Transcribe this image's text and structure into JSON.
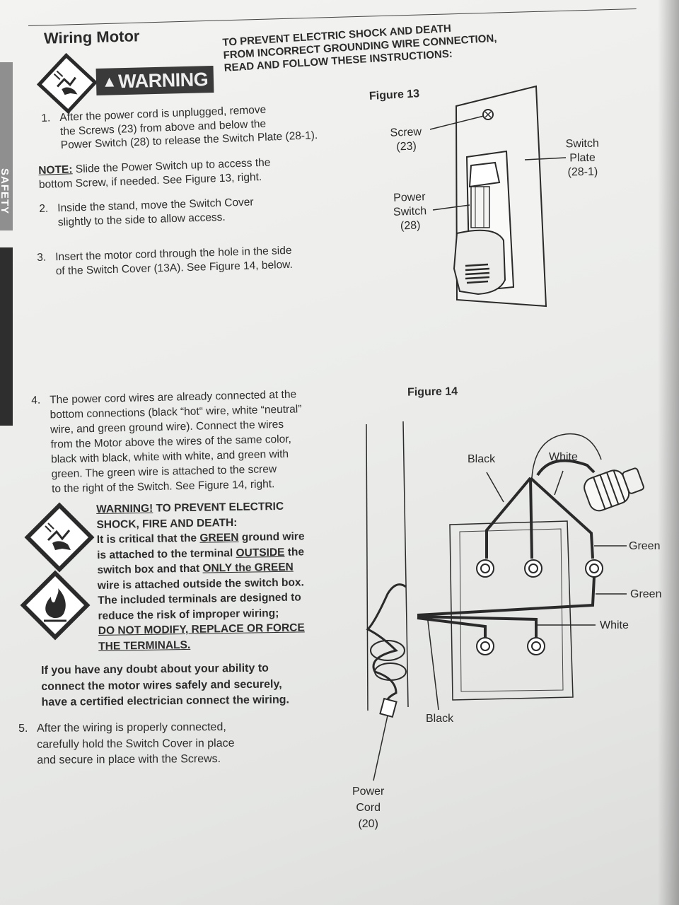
{
  "page": {
    "side_tab": "SAFETY",
    "title": "Wiring Motor",
    "warning_badge": "WARNING",
    "warning_header": [
      "TO PREVENT ELECTRIC SHOCK AND DEATH",
      "FROM INCORRECT GROUNDING WIRE CONNECTION,",
      "READ AND FOLLOW THESE INSTRUCTIONS:"
    ]
  },
  "steps": {
    "s1_num": "1.",
    "s1": [
      "After the power cord is unplugged, remove",
      "the Screws (23) from above and below the",
      "Power Switch (28) to release the Switch Plate (28-1)."
    ],
    "note_label": "NOTE:",
    "note": [
      " Slide the Power Switch up to access the",
      "bottom Screw, if needed. See Figure 13, right."
    ],
    "s2_num": "2.",
    "s2": [
      "Inside the stand, move the Switch Cover",
      "slightly to the side to allow access."
    ],
    "s3_num": "3.",
    "s3": [
      "Insert the motor cord through the hole in the side",
      "of the Switch Cover (13A). See Figure 14, below."
    ],
    "s4_num": "4.",
    "s4": [
      "The power cord wires are already connected at the",
      "bottom connections (black “hot“ wire, white “neutral”",
      "wire, and green ground wire).  Connect the wires",
      "from the Motor above the wires of the same color,",
      "black with black, white with white, and green with",
      "green.  The green wire is attached to the screw",
      "to the right of the Switch. See Figure 14, right."
    ],
    "s5_num": "5.",
    "s5": [
      "After the wiring is properly connected,",
      "carefully hold the Switch Cover in place",
      "and secure in place with the Screws."
    ]
  },
  "warning2": {
    "w_label": "WARNING!",
    "w_rest": "  TO PREVENT ELECTRIC",
    "l2": "SHOCK, FIRE AND DEATH:",
    "l3a": "It is critical that the ",
    "l3b": "GREEN",
    "l3c": " ground wire",
    "l4a": "is attached to the terminal ",
    "l4b": "OUTSIDE",
    "l4c": " the",
    "l5a": "switch box and that ",
    "l5b": "ONLY the GREEN",
    "l6": "wire is attached outside the switch box.",
    "l7": "The included terminals are designed to",
    "l8": "reduce the risk of improper wiring;",
    "l9": "DO NOT MODIFY, REPLACE OR FORCE ",
    "l10": "THE TERMINALS."
  },
  "doubt": [
    "If you have any doubt about your ability to",
    "connect the motor wires safely and securely,",
    "have a certified electrician connect the wiring."
  ],
  "figure13": {
    "title": "Figure 13",
    "screw": [
      "Screw",
      "(23)"
    ],
    "switch_plate": [
      "Switch",
      "Plate",
      "(28-1)"
    ],
    "power_switch": [
      "Power",
      "Switch",
      "(28)"
    ]
  },
  "figure14": {
    "title": "Figure 14",
    "black_top": "Black",
    "white_top": "White",
    "green1": "Green",
    "green2": "Green",
    "white_right": "White",
    "black_bottom": "Black",
    "power_cord": [
      "Power",
      "Cord",
      "(20)"
    ]
  },
  "colors": {
    "ink": "#2a2a2a",
    "paper": "#eeeeec",
    "tab_dark": "#2e2e2e",
    "tab_gray": "#8f8f8f"
  }
}
